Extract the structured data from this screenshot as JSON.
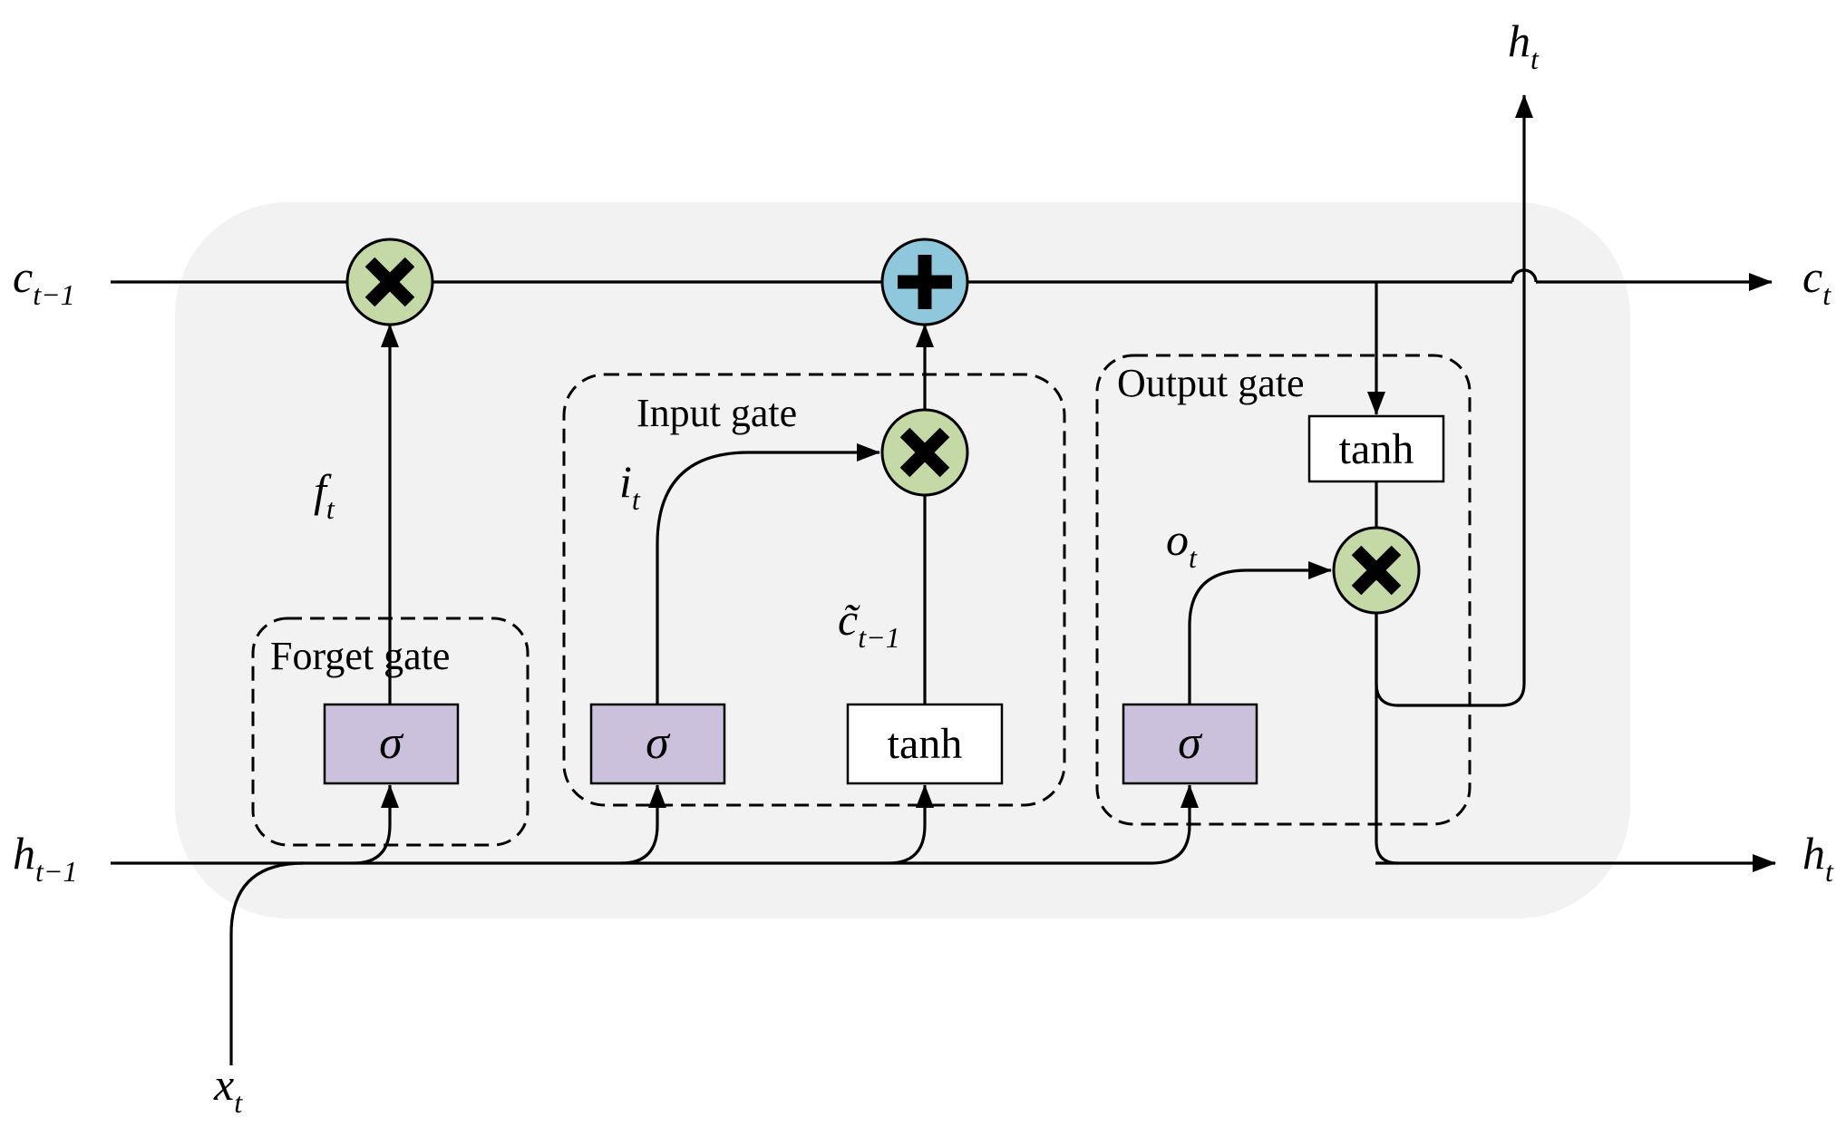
{
  "colors": {
    "cell_background": "#f2f2f2",
    "sigmoid_box": "#ccc1dc",
    "tanh_box": "#ffffff",
    "multiply_node": "#c5d9a7",
    "add_node": "#8fc8dc",
    "line": "#000000"
  },
  "labels": {
    "c_prev": {
      "base": "c",
      "sub": "t−1"
    },
    "c_next": {
      "base": "c",
      "sub": "t"
    },
    "h_prev": {
      "base": "h",
      "sub": "t−1"
    },
    "h_next": {
      "base": "h",
      "sub": "t"
    },
    "h_top": {
      "base": "h",
      "sub": "t"
    },
    "x_in": {
      "base": "x",
      "sub": "t"
    },
    "f": {
      "base": "f",
      "sub": "t"
    },
    "i": {
      "base": "i",
      "sub": "t"
    },
    "o": {
      "base": "o",
      "sub": "t"
    },
    "c_tilde": {
      "base": "c̃",
      "sub": "t−1"
    }
  },
  "gates": {
    "forget": "Forget gate",
    "input": "Input gate",
    "output": "Output gate"
  },
  "boxes": {
    "sigma": "σ",
    "tanh": "tanh"
  },
  "icons": {
    "multiply": "multiply-icon",
    "add": "plus-icon"
  }
}
